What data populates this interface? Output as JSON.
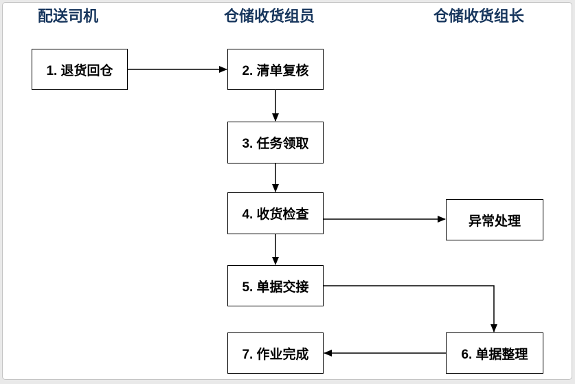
{
  "diagram": {
    "type": "flowchart",
    "lanes": [
      {
        "label": "配送司机"
      },
      {
        "label": "仓储收货组员"
      },
      {
        "label": "仓储收货组长"
      }
    ],
    "nodes": [
      {
        "id": "n1",
        "label": "1. 退货回仓",
        "lane": "配送司机"
      },
      {
        "id": "n2",
        "label": "2. 清单复核",
        "lane": "仓储收货组员"
      },
      {
        "id": "n3",
        "label": "3. 任务领取",
        "lane": "仓储收货组员"
      },
      {
        "id": "n4",
        "label": "4. 收货检查",
        "lane": "仓储收货组员"
      },
      {
        "id": "n5",
        "label": "5. 单据交接",
        "lane": "仓储收货组员"
      },
      {
        "id": "n6",
        "label": "6. 单据整理",
        "lane": "仓储收货组长"
      },
      {
        "id": "n7",
        "label": "7. 作业完成",
        "lane": "仓储收货组员"
      },
      {
        "id": "nex",
        "label": "异常处理",
        "lane": "仓储收货组长"
      }
    ],
    "edges": [
      {
        "from": "n1",
        "to": "n2"
      },
      {
        "from": "n2",
        "to": "n3"
      },
      {
        "from": "n3",
        "to": "n4"
      },
      {
        "from": "n4",
        "to": "nex"
      },
      {
        "from": "n4",
        "to": "n5"
      },
      {
        "from": "n5",
        "to": "n6"
      },
      {
        "from": "n6",
        "to": "n7"
      }
    ],
    "colors": {
      "lane_header_text": "#17365d",
      "node_border": "#000000",
      "node_fill": "#ffffff",
      "arrow": "#000000",
      "canvas_bg": "#ffffff",
      "page_bg": "#e9e9e9"
    }
  }
}
